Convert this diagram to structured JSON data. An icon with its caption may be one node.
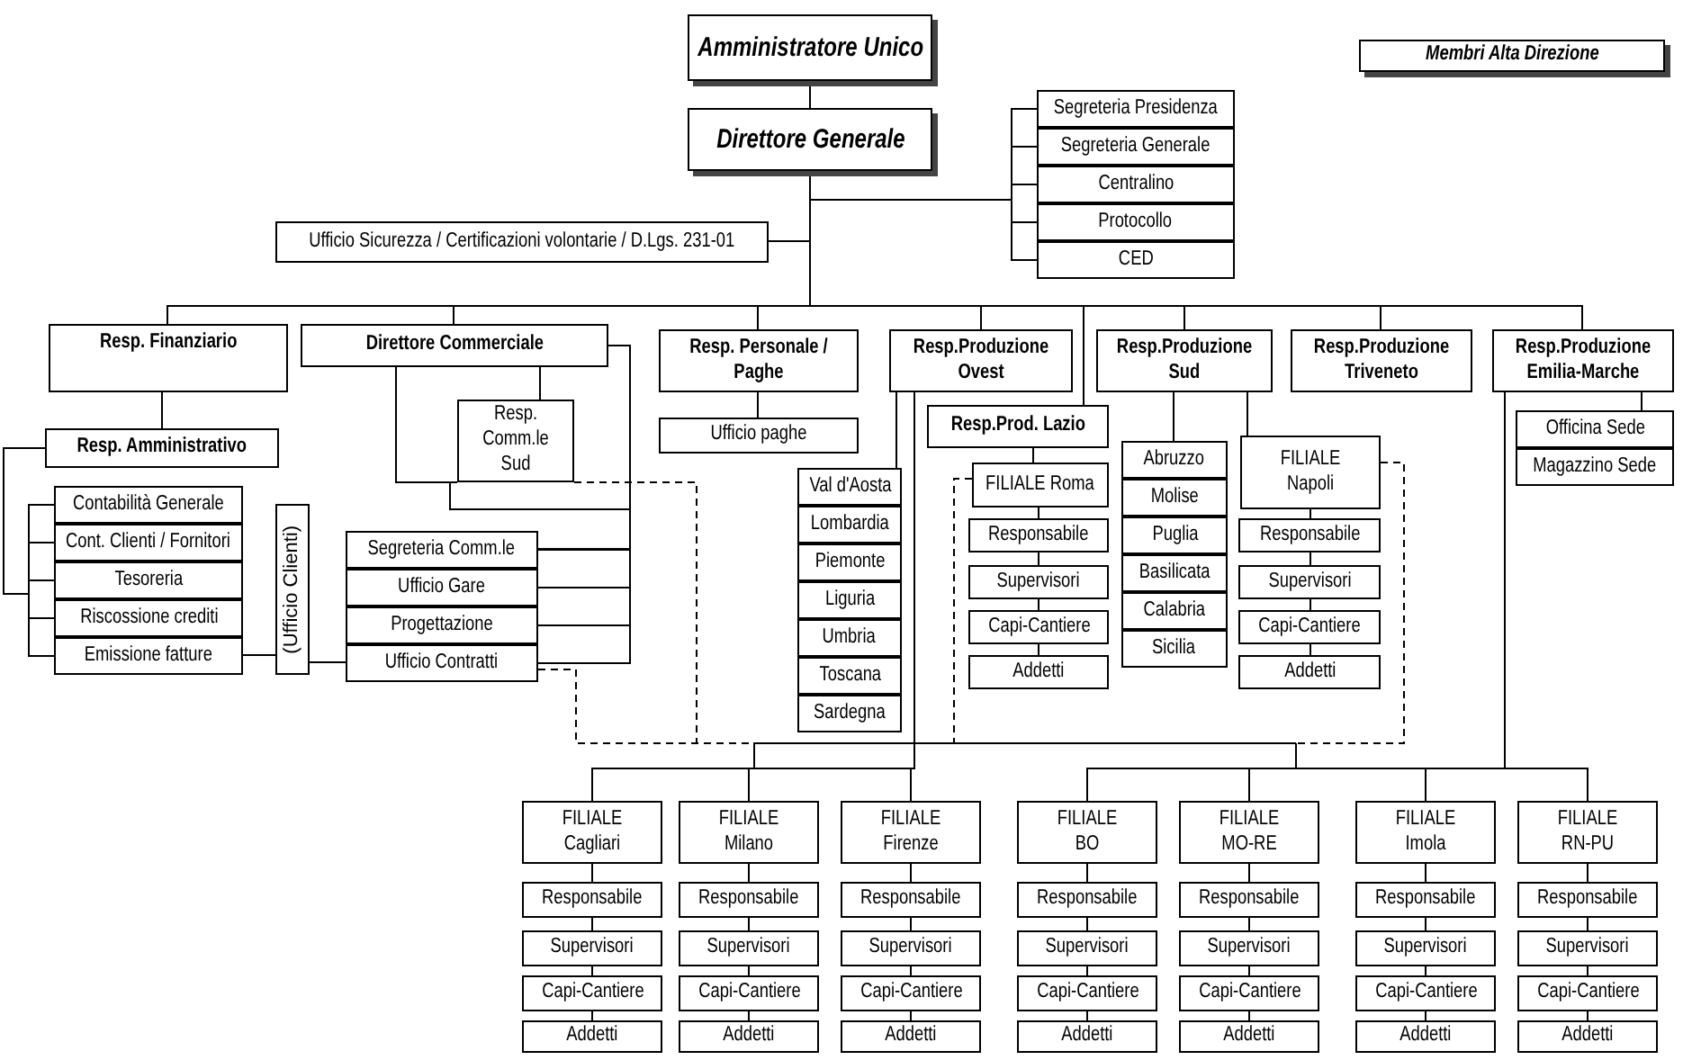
{
  "diagram": {
    "nodes": [
      {
        "text": [
          "Amministratore Unico"
        ]
      },
      {
        "text": [
          "Direttore Generale"
        ]
      },
      {
        "text": [
          "Membri Alta Direzione"
        ]
      },
      {
        "text": [
          "Segreteria Presidenza"
        ]
      },
      {
        "text": [
          "Segreteria Generale"
        ]
      },
      {
        "text": [
          "Centralino"
        ]
      },
      {
        "text": [
          "Protocollo"
        ]
      },
      {
        "text": [
          "CED"
        ]
      },
      {
        "text": [
          "Ufficio Sicurezza / Certificazioni volontarie / D.Lgs. 231-01"
        ]
      },
      {
        "text": [
          "Resp. Finanziario"
        ]
      },
      {
        "text": [
          "Direttore Commerciale"
        ]
      },
      {
        "text": [
          "Resp. Comm.le Sud"
        ]
      },
      {
        "text": [
          "Resp. Personale / Paghe"
        ]
      },
      {
        "text": [
          "Ufficio paghe"
        ]
      },
      {
        "text": [
          "Resp.Produzione Ovest"
        ]
      },
      {
        "text": [
          "Resp.Produzione Sud"
        ]
      },
      {
        "text": [
          "Resp.Produzione Triveneto"
        ]
      },
      {
        "text": [
          "Resp.Produzione Emilia-Marche"
        ]
      },
      {
        "text": [
          "Resp. Amministrativo"
        ]
      },
      {
        "text": [
          "Contabilità Generale"
        ]
      },
      {
        "text": [
          "Cont. Clienti / Fornitori"
        ]
      },
      {
        "text": [
          "Tesoreria"
        ]
      },
      {
        "text": [
          "Riscossione crediti"
        ]
      },
      {
        "text": [
          "Emissione fatture"
        ]
      },
      {
        "text": [
          "(Ufficio Clienti)"
        ]
      },
      {
        "text": [
          "Segreteria Comm.le"
        ]
      },
      {
        "text": [
          "Ufficio Gare"
        ]
      },
      {
        "text": [
          "Progettazione"
        ]
      },
      {
        "text": [
          "Ufficio Contratti"
        ]
      },
      {
        "text": [
          "Resp.Prod. Lazio"
        ]
      },
      {
        "text": [
          "FILIALE Roma"
        ]
      },
      {
        "text": [
          "Responsabile"
        ]
      },
      {
        "text": [
          "Supervisori"
        ]
      },
      {
        "text": [
          "Capi-Cantiere"
        ]
      },
      {
        "text": [
          "Addetti"
        ]
      },
      {
        "text": [
          "Val d'Aosta"
        ]
      },
      {
        "text": [
          "Lombardia"
        ]
      },
      {
        "text": [
          "Piemonte"
        ]
      },
      {
        "text": [
          "Liguria"
        ]
      },
      {
        "text": [
          "Umbria"
        ]
      },
      {
        "text": [
          "Toscana"
        ]
      },
      {
        "text": [
          "Sardegna"
        ]
      },
      {
        "text": [
          "Abruzzo"
        ]
      },
      {
        "text": [
          "Molise"
        ]
      },
      {
        "text": [
          "Puglia"
        ]
      },
      {
        "text": [
          "Basilicata"
        ]
      },
      {
        "text": [
          "Calabria"
        ]
      },
      {
        "text": [
          "Sicilia"
        ]
      },
      {
        "text": [
          "FILIALE Napoli"
        ]
      },
      {
        "text": [
          "Responsabile"
        ]
      },
      {
        "text": [
          "Supervisori"
        ]
      },
      {
        "text": [
          "Capi-Cantiere"
        ]
      },
      {
        "text": [
          "Addetti"
        ]
      },
      {
        "text": [
          "Officina Sede"
        ]
      },
      {
        "text": [
          "Magazzino Sede"
        ]
      },
      {
        "text": [
          "FILIALE Cagliari"
        ]
      },
      {
        "text": [
          "Responsabile"
        ]
      },
      {
        "text": [
          "Supervisori"
        ]
      },
      {
        "text": [
          "Capi-Cantiere"
        ]
      },
      {
        "text": [
          "Addetti"
        ]
      },
      {
        "text": [
          "FILIALE Milano"
        ]
      },
      {
        "text": [
          "Responsabile"
        ]
      },
      {
        "text": [
          "Supervisori"
        ]
      },
      {
        "text": [
          "Capi-Cantiere"
        ]
      },
      {
        "text": [
          "Addetti"
        ]
      },
      {
        "text": [
          "FILIALE Firenze"
        ]
      },
      {
        "text": [
          "Responsabile"
        ]
      },
      {
        "text": [
          "Supervisori"
        ]
      },
      {
        "text": [
          "Capi-Cantiere"
        ]
      },
      {
        "text": [
          "Addetti"
        ]
      },
      {
        "text": [
          "FILIALE BO"
        ]
      },
      {
        "text": [
          "Responsabile"
        ]
      },
      {
        "text": [
          "Supervisori"
        ]
      },
      {
        "text": [
          "Capi-Cantiere"
        ]
      },
      {
        "text": [
          "Addetti"
        ]
      },
      {
        "text": [
          "FILIALE MO-RE"
        ]
      },
      {
        "text": [
          "Responsabile"
        ]
      },
      {
        "text": [
          "Supervisori"
        ]
      },
      {
        "text": [
          "Capi-Cantiere"
        ]
      },
      {
        "text": [
          "Addetti"
        ]
      },
      {
        "text": [
          "FILIALE Imola"
        ]
      },
      {
        "text": [
          "Responsabile"
        ]
      },
      {
        "text": [
          "Supervisori"
        ]
      },
      {
        "text": [
          "Capi-Cantiere"
        ]
      },
      {
        "text": [
          "Addetti"
        ]
      },
      {
        "text": [
          "FILIALE RN-PU"
        ]
      },
      {
        "text": [
          "Responsabile"
        ]
      },
      {
        "text": [
          "Supervisori"
        ]
      },
      {
        "text": [
          "Capi-Cantiere"
        ]
      },
      {
        "text": [
          "Addetti"
        ]
      }
    ],
    "edges": [
      {
        "from": 0,
        "to": 1,
        "arrow": "none"
      },
      {
        "from": 1,
        "to": 3,
        "arrow": "none"
      },
      {
        "from": 1,
        "to": 4,
        "arrow": "none"
      },
      {
        "from": 1,
        "to": 5,
        "arrow": "none"
      },
      {
        "from": 1,
        "to": 6,
        "arrow": "none"
      },
      {
        "from": 1,
        "to": 7,
        "arrow": "none"
      },
      {
        "from": 1,
        "to": 8,
        "arrow": "none"
      },
      {
        "from": 1,
        "to": 9,
        "arrow": "none"
      },
      {
        "from": 1,
        "to": 10,
        "arrow": "none"
      },
      {
        "from": 1,
        "to": 12,
        "arrow": "none"
      },
      {
        "from": 1,
        "to": 14,
        "arrow": "none"
      },
      {
        "from": 1,
        "to": 29,
        "arrow": "none"
      },
      {
        "from": 1,
        "to": 15,
        "arrow": "none"
      },
      {
        "from": 1,
        "to": 16,
        "arrow": "none"
      },
      {
        "from": 1,
        "to": 17,
        "arrow": "none"
      },
      {
        "from": 9,
        "to": 18,
        "arrow": "none"
      },
      {
        "from": 18,
        "to": 19,
        "arrow": "none"
      },
      {
        "from": 18,
        "to": 20,
        "arrow": "none"
      },
      {
        "from": 18,
        "to": 21,
        "arrow": "none"
      },
      {
        "from": 18,
        "to": 22,
        "arrow": "none"
      },
      {
        "from": 18,
        "to": 23,
        "arrow": "none"
      },
      {
        "from": 23,
        "to": 24,
        "arrow": "none"
      },
      {
        "from": 24,
        "to": 28,
        "arrow": "none"
      },
      {
        "from": 10,
        "to": 11,
        "arrow": "none"
      },
      {
        "from": 10,
        "to": 25,
        "arrow": "none"
      },
      {
        "from": 10,
        "to": 26,
        "arrow": "none"
      },
      {
        "from": 10,
        "to": 27,
        "arrow": "none"
      },
      {
        "from": 10,
        "to": 28,
        "arrow": "none"
      },
      {
        "from": 10,
        "to": 11,
        "arrow": "none"
      },
      {
        "from": 11,
        "to": 25,
        "arrow": "none"
      },
      {
        "from": 12,
        "to": 13,
        "arrow": "none"
      },
      {
        "from": 14,
        "to": 35,
        "arrow": "none"
      },
      {
        "from": 14,
        "to": 55,
        "arrow": "none"
      },
      {
        "from": 14,
        "to": 60,
        "arrow": "none"
      },
      {
        "from": 14,
        "to": 65,
        "arrow": "none"
      },
      {
        "from": 29,
        "to": 30,
        "arrow": "none"
      },
      {
        "from": 30,
        "to": 31,
        "arrow": "none"
      },
      {
        "from": 31,
        "to": 32,
        "arrow": "none"
      },
      {
        "from": 32,
        "to": 33,
        "arrow": "none"
      },
      {
        "from": 33,
        "to": 34,
        "arrow": "none"
      },
      {
        "from": 15,
        "to": 42,
        "arrow": "none"
      },
      {
        "from": 15,
        "to": 48,
        "arrow": "none"
      },
      {
        "from": 48,
        "to": 49,
        "arrow": "none"
      },
      {
        "from": 49,
        "to": 50,
        "arrow": "none"
      },
      {
        "from": 50,
        "to": 51,
        "arrow": "none"
      },
      {
        "from": 51,
        "to": 52,
        "arrow": "none"
      },
      {
        "from": 17,
        "to": 53,
        "arrow": "none"
      },
      {
        "from": 17,
        "to": 70,
        "arrow": "none"
      },
      {
        "from": 17,
        "to": 75,
        "arrow": "none"
      },
      {
        "from": 17,
        "to": 80,
        "arrow": "none"
      },
      {
        "from": 17,
        "to": 85,
        "arrow": "none"
      },
      {
        "from": 55,
        "to": 56,
        "arrow": "none"
      },
      {
        "from": 56,
        "to": 57,
        "arrow": "none"
      },
      {
        "from": 57,
        "to": 58,
        "arrow": "none"
      },
      {
        "from": 58,
        "to": 59,
        "arrow": "none"
      },
      {
        "from": 60,
        "to": 61,
        "arrow": "none"
      },
      {
        "from": 61,
        "to": 62,
        "arrow": "none"
      },
      {
        "from": 62,
        "to": 63,
        "arrow": "none"
      },
      {
        "from": 63,
        "to": 64,
        "arrow": "none"
      },
      {
        "from": 65,
        "to": 66,
        "arrow": "none"
      },
      {
        "from": 66,
        "to": 67,
        "arrow": "none"
      },
      {
        "from": 67,
        "to": 68,
        "arrow": "none"
      },
      {
        "from": 68,
        "to": 69,
        "arrow": "none"
      },
      {
        "from": 70,
        "to": 71,
        "arrow": "none"
      },
      {
        "from": 71,
        "to": 72,
        "arrow": "none"
      },
      {
        "from": 72,
        "to": 73,
        "arrow": "none"
      },
      {
        "from": 73,
        "to": 74,
        "arrow": "none"
      },
      {
        "from": 75,
        "to": 76,
        "arrow": "none"
      },
      {
        "from": 76,
        "to": 77,
        "arrow": "none"
      },
      {
        "from": 77,
        "to": 78,
        "arrow": "none"
      },
      {
        "from": 78,
        "to": 79,
        "arrow": "none"
      },
      {
        "from": 80,
        "to": 81,
        "arrow": "none"
      },
      {
        "from": 81,
        "to": 82,
        "arrow": "none"
      },
      {
        "from": 82,
        "to": 83,
        "arrow": "none"
      },
      {
        "from": 83,
        "to": 84,
        "arrow": "none"
      },
      {
        "from": 85,
        "to": 86,
        "arrow": "none"
      },
      {
        "from": 86,
        "to": 87,
        "arrow": "none"
      },
      {
        "from": 87,
        "to": 88,
        "arrow": "none"
      },
      {
        "from": 88,
        "to": 89,
        "arrow": "none"
      },
      {
        "from": 11,
        "to": 55,
        "arrow": "none",
        "style": "dashed"
      },
      {
        "from": 11,
        "to": 60,
        "arrow": "none",
        "style": "dashed"
      },
      {
        "from": 11,
        "to": 65,
        "arrow": "none",
        "style": "dashed"
      },
      {
        "from": 11,
        "to": 70,
        "arrow": "none",
        "style": "dashed"
      },
      {
        "from": 11,
        "to": 75,
        "arrow": "none",
        "style": "dashed"
      },
      {
        "from": 11,
        "to": 80,
        "arrow": "none",
        "style": "dashed"
      },
      {
        "from": 11,
        "to": 85,
        "arrow": "none",
        "style": "dashed"
      },
      {
        "from": 28,
        "to": 55,
        "arrow": "none",
        "style": "dashed"
      },
      {
        "from": 28,
        "to": 60,
        "arrow": "none",
        "style": "dashed"
      },
      {
        "from": 28,
        "to": 65,
        "arrow": "none",
        "style": "dashed"
      },
      {
        "from": 28,
        "to": 70,
        "arrow": "none",
        "style": "dashed"
      },
      {
        "from": 28,
        "to": 75,
        "arrow": "none",
        "style": "dashed"
      },
      {
        "from": 28,
        "to": 80,
        "arrow": "none",
        "style": "dashed"
      },
      {
        "from": 28,
        "to": 85,
        "arrow": "none",
        "style": "dashed"
      },
      {
        "from": 30,
        "to": 55,
        "arrow": "none",
        "style": "dashed"
      },
      {
        "from": 30,
        "to": 60,
        "arrow": "none",
        "style": "dashed"
      },
      {
        "from": 30,
        "to": 65,
        "arrow": "none",
        "style": "dashed"
      },
      {
        "from": 30,
        "to": 70,
        "arrow": "none",
        "style": "dashed"
      },
      {
        "from": 30,
        "to": 75,
        "arrow": "none",
        "style": "dashed"
      },
      {
        "from": 30,
        "to": 80,
        "arrow": "none",
        "style": "dashed"
      },
      {
        "from": 30,
        "to": 85,
        "arrow": "none",
        "style": "dashed"
      },
      {
        "from": 48,
        "to": 55,
        "arrow": "none",
        "style": "dashed"
      },
      {
        "from": 48,
        "to": 60,
        "arrow": "none",
        "style": "dashed"
      },
      {
        "from": 48,
        "to": 65,
        "arrow": "none",
        "style": "dashed"
      },
      {
        "from": 48,
        "to": 70,
        "arrow": "none",
        "style": "dashed"
      },
      {
        "from": 48,
        "to": 75,
        "arrow": "none",
        "style": "dashed"
      },
      {
        "from": 48,
        "to": 80,
        "arrow": "none",
        "style": "dashed"
      },
      {
        "from": 48,
        "to": 85,
        "arrow": "none",
        "style": "dashed"
      }
    ]
  }
}
